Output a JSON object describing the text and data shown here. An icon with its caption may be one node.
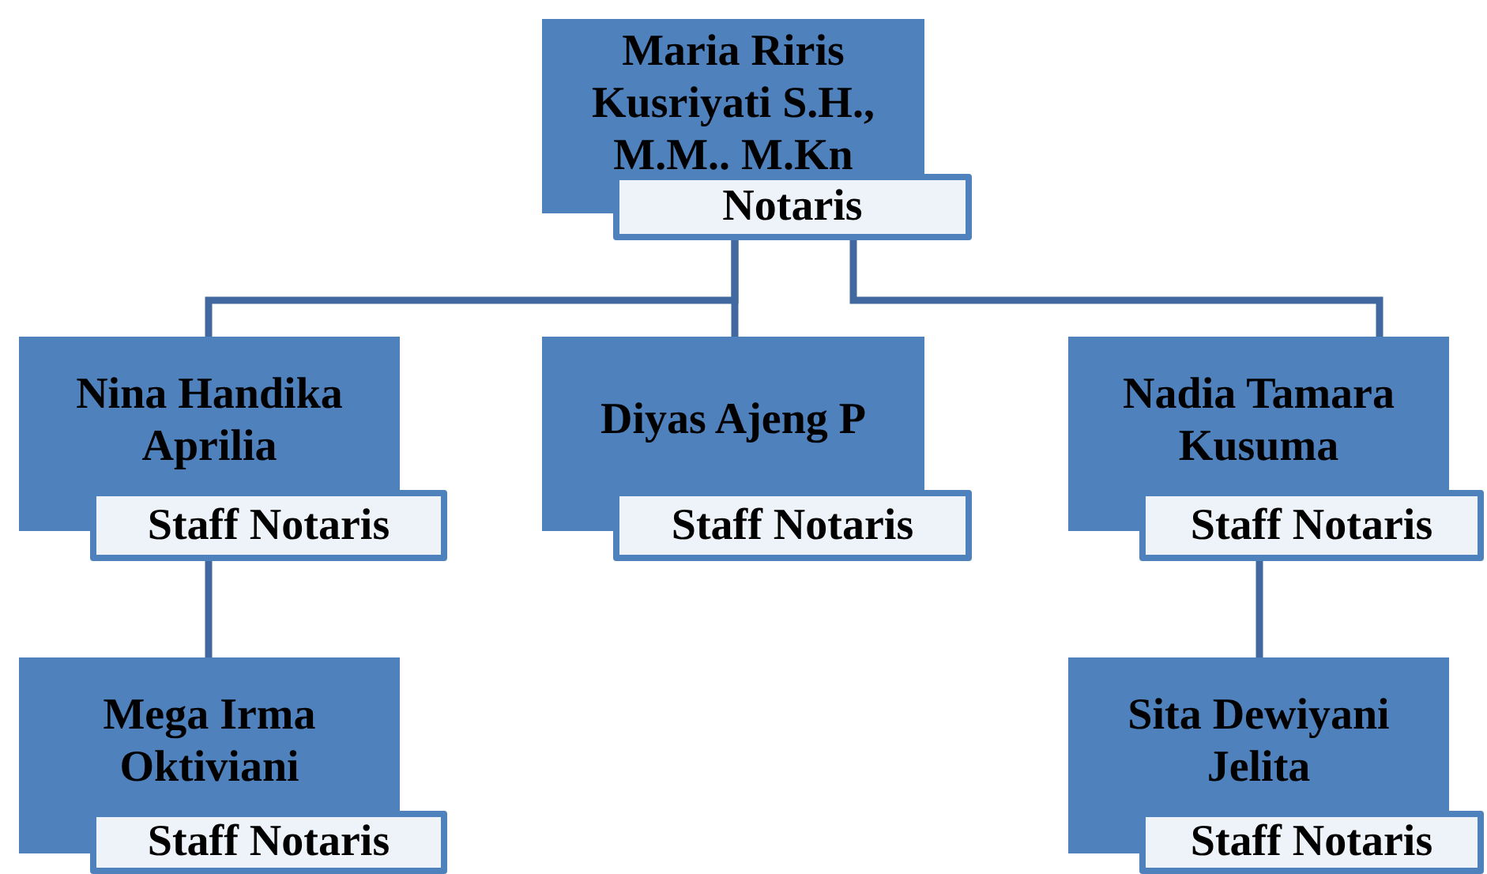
{
  "diagram": {
    "nodes": [
      {
        "text": [
          "Maria Riris Kusriyati S.H., M.M.. M.Kn",
          "Notaris"
        ]
      },
      {
        "text": [
          "Nina Handika Aprilia",
          "Staff Notaris"
        ]
      },
      {
        "text": [
          "Diyas Ajeng P",
          "Staff Notaris"
        ]
      },
      {
        "text": [
          "Nadia Tamara Kusuma",
          "Staff Notaris"
        ]
      },
      {
        "text": [
          "Mega Irma Oktiviani",
          "Staff Notaris"
        ]
      },
      {
        "text": [
          "Sita Dewiyani Jelita",
          "Staff Notaris"
        ]
      }
    ],
    "edges": [
      {
        "from": 0,
        "to": 1,
        "arrow": "none"
      },
      {
        "from": 0,
        "to": 2,
        "arrow": "none"
      },
      {
        "from": 0,
        "to": 3,
        "arrow": "none"
      },
      {
        "from": 1,
        "to": 4,
        "arrow": "none"
      },
      {
        "from": 3,
        "to": 5,
        "arrow": "none"
      }
    ]
  }
}
